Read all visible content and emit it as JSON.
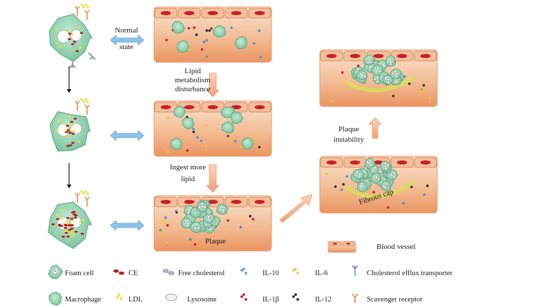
{
  "labels": {
    "normal_state": [
      "Normal",
      "state"
    ],
    "lipid_disturbance": [
      "Lipid",
      "metabolism",
      "disturbance"
    ],
    "ingest_more": [
      "Ingest more",
      "lipid"
    ],
    "plaque_instability": [
      "Plaque",
      "instability"
    ],
    "plaque": "Plaque",
    "fibrous_cap": "Fibrous cap",
    "blood_vessel": "Blood vessel"
  },
  "legend": {
    "foam_cell": "Foam cell",
    "ce": "CE",
    "free_cholesterol": "Free cholesterol",
    "il10": "IL-10",
    "il6": "IL-6",
    "cholesterol_efflux": "Cholesterol efflux transporter",
    "macrophage": "Macrophage",
    "ldl": "LDL",
    "lysosome": "Lysosome",
    "il1b": "IL-1β",
    "il12": "IL-12",
    "scavenger_receptor": "Scavenger receptor"
  },
  "colors": {
    "vessel_top": "#f7d6bd",
    "vessel_bottom": "#eea071",
    "endothelial": "#f3c09c",
    "nucleus": "#c8202a",
    "macrophage": "#8fcfae",
    "macrophage_edge": "#5fa882",
    "arrow_orange": "#f5b48e",
    "arrow_blue": "#8ec3ea",
    "il10": "#4a90d9",
    "il6": "#f2c230",
    "il1b": "#c8202a",
    "il12": "#1f2d3d",
    "ldl": "#e8e23a"
  },
  "icons": [
    "foam-cell-icon",
    "ce-icon",
    "free-cholesterol-icon",
    "il10-icon",
    "il6-icon",
    "efflux-transporter-icon",
    "macrophage-icon",
    "ldl-icon",
    "lysosome-icon",
    "il1b-icon",
    "il12-icon",
    "scavenger-receptor-icon",
    "blood-vessel-icon"
  ]
}
